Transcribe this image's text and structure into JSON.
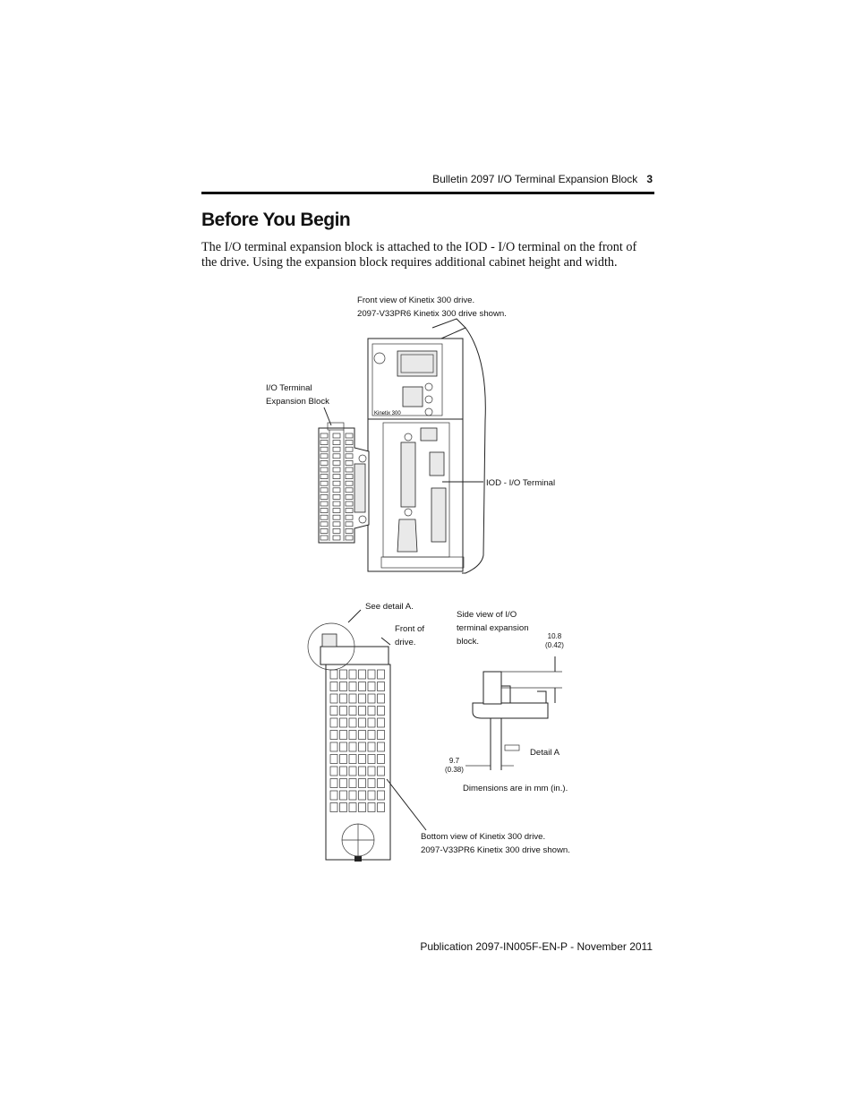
{
  "header": {
    "running_title": "Bulletin 2097 I/O Terminal Expansion Block",
    "page_number": "3"
  },
  "section": {
    "title": "Before You Begin",
    "body": "The I/O terminal expansion block is attached to the IOD - I/O terminal on the front of the drive. Using the expansion block requires additional cabinet height and width."
  },
  "figure_top": {
    "caption_line1": "Front view of Kinetix 300 drive.",
    "caption_line2": "2097-V33PR6 Kinetix 300 drive shown.",
    "callout_block_line1": "I/O Terminal",
    "callout_block_line2": "Expansion Block",
    "callout_terminal": "IOD - I/O Terminal",
    "drive_brand_label": "Kinetix 300"
  },
  "figure_bottom": {
    "see_detail": "See detail A.",
    "front_of_line1": "Front of",
    "front_of_line2": "drive.",
    "side_view_line1": "Side view of I/O",
    "side_view_line2": "terminal expansion",
    "side_view_line3": "block.",
    "dim_a_mm": "10.8",
    "dim_a_in": "(0.42)",
    "dim_b_mm": "9.7",
    "dim_b_in": "(0.38)",
    "detail_label": "Detail A",
    "dimensions_note": "Dimensions are in mm (in.).",
    "bottom_caption_line1": "Bottom view of Kinetix 300 drive.",
    "bottom_caption_line2": "2097-V33PR6 Kinetix 300 drive shown."
  },
  "footer": {
    "publication": "Publication 2097-IN005F-EN-P - November 2011"
  }
}
